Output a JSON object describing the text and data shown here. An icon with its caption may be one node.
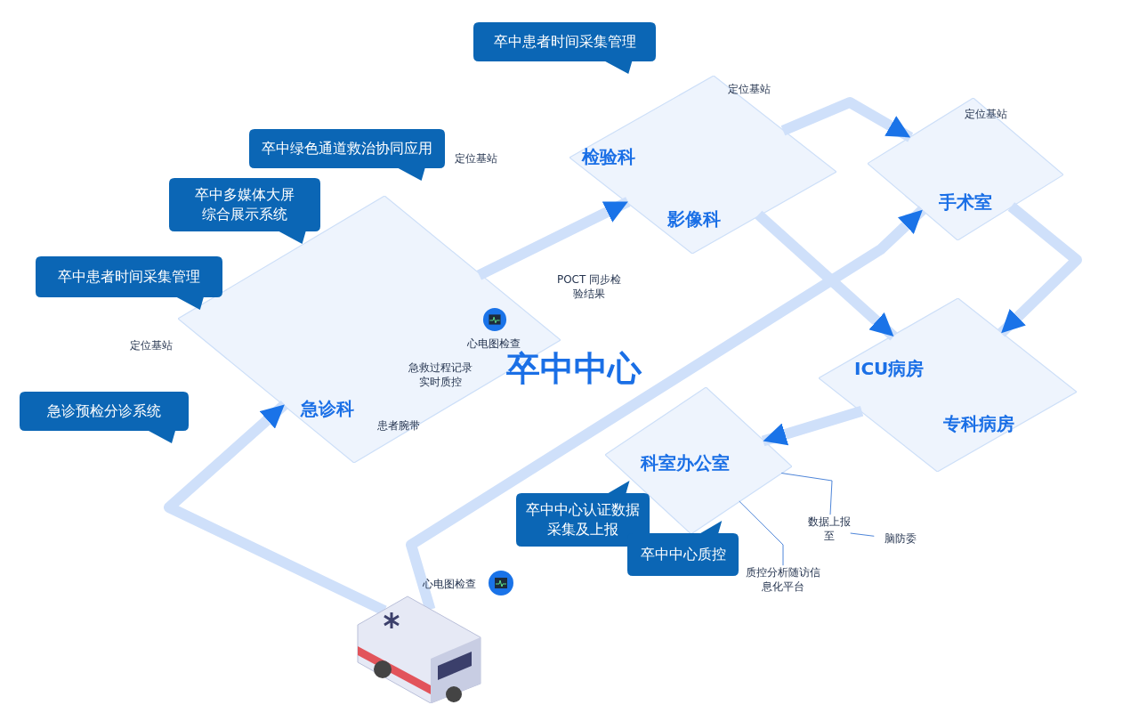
{
  "diagram": {
    "nodes": [
      {
        "text": [
          "急诊科"
        ]
      },
      {
        "text": [
          "检验科",
          "影像科"
        ]
      },
      {
        "text": [
          "手术室"
        ]
      },
      {
        "text": [
          "ICU病房",
          "专科病房"
        ]
      },
      {
        "text": [
          "科室办公室"
        ]
      },
      {
        "text": [],
        "shape": "picture",
        "beside": [
          "心电图检查"
        ]
      },
      {
        "text": [
          "卒中患者时间采集管理"
        ]
      },
      {
        "text": [
          "卒中绿色通道救治协同应用"
        ]
      },
      {
        "text": [
          "卒中多媒体大屏综合展示系统"
        ]
      },
      {
        "text": [
          "卒中患者时间采集管理"
        ]
      },
      {
        "text": [
          "急诊预检分诊系统"
        ]
      },
      {
        "text": [
          "卒中中心认证数据采集及上报"
        ]
      },
      {
        "text": [
          "卒中中心质控"
        ]
      },
      {
        "text": [
          "质控分析随访信息化平台"
        ]
      },
      {
        "text": [
          "数据上报至"
        ]
      },
      {
        "text": [
          "脑防委"
        ]
      }
    ],
    "edges": [
      {
        "from": 5,
        "to": 0,
        "arrow": "to"
      },
      {
        "from": 5,
        "to": 2,
        "arrow": "to"
      },
      {
        "from": 0,
        "to": 1,
        "arrow": "to"
      },
      {
        "from": 1,
        "to": 2,
        "arrow": "to"
      },
      {
        "from": 1,
        "to": 3,
        "arrow": "to"
      },
      {
        "from": 2,
        "to": 3,
        "arrow": "to"
      },
      {
        "from": 3,
        "to": 4,
        "arrow": "to"
      },
      {
        "from": 13,
        "to": 4,
        "arrow": "none",
        "color": "#4f86d9"
      },
      {
        "from": 14,
        "to": 4,
        "arrow": "none",
        "color": "#4f86d9"
      },
      {
        "from": 14,
        "to": 15,
        "arrow": "none",
        "color": "#4f86d9"
      }
    ],
    "labels": [
      "定位基站",
      "定位基站",
      "定位基站",
      "POCT 同步检验结果",
      "心电图检查",
      "定位基站",
      "卒中中心",
      "急救过程记录实时质控",
      "患者腕带"
    ]
  }
}
